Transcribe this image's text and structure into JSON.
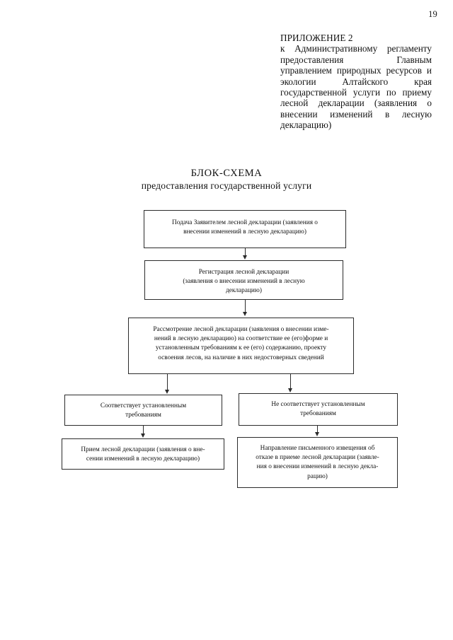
{
  "page": {
    "number": "19",
    "background_color": "#ffffff",
    "text_color": "#111111",
    "border_color": "#2b2b2b"
  },
  "header": {
    "appendix_title": "ПРИЛОЖЕНИЕ 2",
    "appendix_body": "к Административному регламенту предоставления Главным управлением природных ресурсов и экологии Алтайского края государственной услуги по приему лесной декларации (заявления о внесении изменений в лесную декларацию)"
  },
  "chart_title": {
    "line1": "БЛОК-СХЕМА",
    "line2": "предоставления государственной услуги"
  },
  "flowchart": {
    "nodes": [
      {
        "id": "submit",
        "label": "Подача Заявителем лесной декларации (заявления о\nвнесении изменений в лесную декларацию)"
      },
      {
        "id": "register",
        "label": "Регистрация лесной декларации\n(заявления о внесении изменений в лесную\nдекларацию)"
      },
      {
        "id": "review",
        "label": "Рассмотрение лесной декларации (заявления о внесении изме-\nнений в лесную декларацию) на соответствие ее (его)форме и\nустановленным требованиям к ее (его) содержанию, проекту\nосвоения  лесов, на наличие в них недостоверных сведений"
      },
      {
        "id": "conforms",
        "label": "Соответствует установленным\nтребованиям"
      },
      {
        "id": "not-conform",
        "label": "Не соответствует установленным\nтребованиям"
      },
      {
        "id": "accept",
        "label": "Прием лесной декларации (заявления о вне-\nсении изменений в лесную декларацию)"
      },
      {
        "id": "refusal",
        "label": "Направление письменного извещения об\nотказе в приеме лесной декларации (заявле-\nния о внесении изменений в лесную декла-\nрацию)"
      }
    ],
    "edges": [
      {
        "id": "edge-submit-register",
        "from": "submit",
        "to": "register"
      },
      {
        "id": "edge-register-review",
        "from": "register",
        "to": "review"
      },
      {
        "id": "edge-review-conforms",
        "from": "review",
        "to": "conforms"
      },
      {
        "id": "edge-review-not-conform",
        "from": "review",
        "to": "not-conform"
      },
      {
        "id": "edge-conforms-accept",
        "from": "conforms",
        "to": "accept"
      },
      {
        "id": "edge-not-conform-refusal",
        "from": "not-conform",
        "to": "refusal"
      }
    ]
  }
}
